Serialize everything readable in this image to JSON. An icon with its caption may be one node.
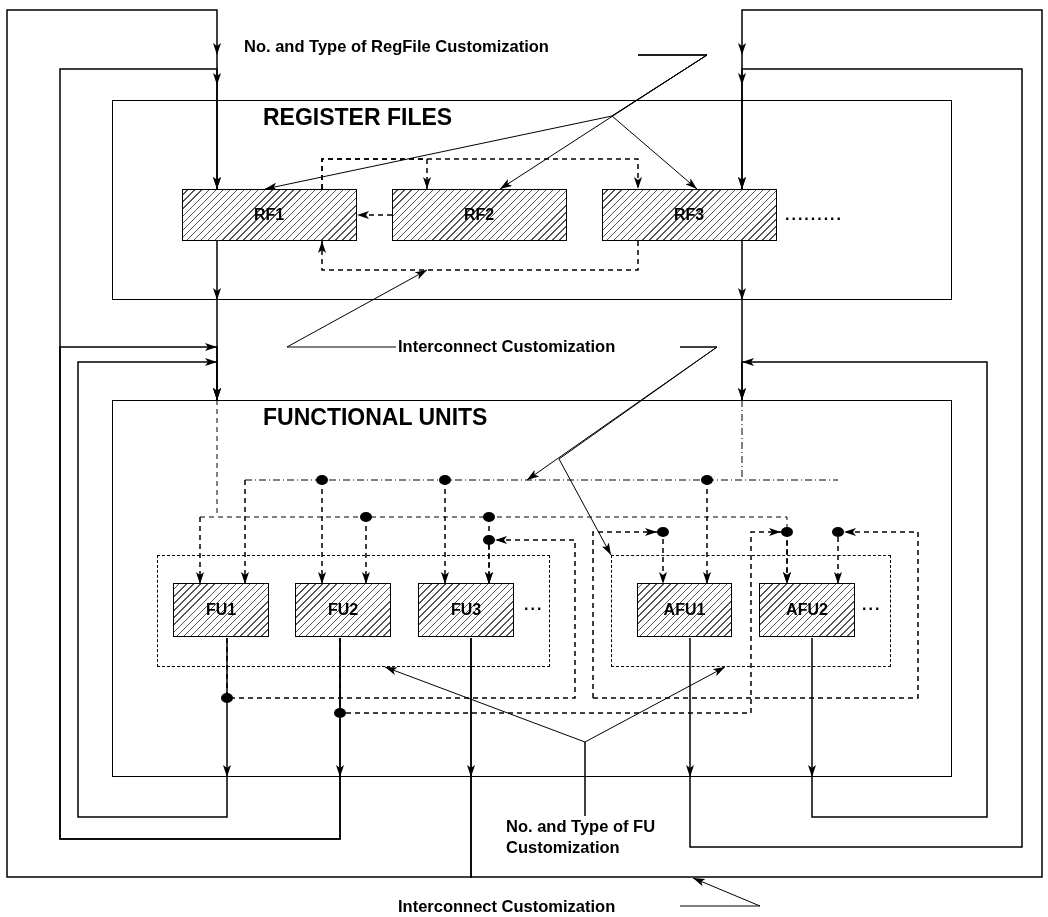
{
  "diagram": {
    "nodes": [
      {
        "text": [
          "REGISTER FILES"
        ]
      },
      {
        "text": [
          "RF1"
        ],
        "in": 0
      },
      {
        "text": [
          "RF2"
        ],
        "in": 0
      },
      {
        "text": [
          "RF3"
        ],
        "in": 0,
        "beside": [
          "........."
        ]
      },
      {
        "text": [
          "FUNCTIONAL UNITS"
        ]
      },
      {
        "text": [],
        "shape": "box",
        "in": 4
      },
      {
        "text": [
          "FU1"
        ],
        "in": 5
      },
      {
        "text": [
          "FU2"
        ],
        "in": 5
      },
      {
        "text": [
          "FU3"
        ],
        "in": 5,
        "beside": [
          "..."
        ]
      },
      {
        "text": [],
        "shape": "box",
        "in": 4
      },
      {
        "text": [
          "AFU1"
        ],
        "in": 9
      },
      {
        "text": [
          "AFU2"
        ],
        "in": 9,
        "beside": [
          "..."
        ]
      },
      {
        "text": [
          "No. and Type of RegFile Customization"
        ]
      },
      {
        "text": [
          "Interconnect Customization"
        ]
      },
      {
        "text": [
          "No. and Type of FU Customization"
        ]
      },
      {
        "text": [
          "Interconnect Customization"
        ]
      }
    ],
    "edges": [
      {
        "from": 12,
        "to": 1,
        "arrow": "to"
      },
      {
        "from": 12,
        "to": 2,
        "arrow": "to"
      },
      {
        "from": 12,
        "to": 3,
        "arrow": "to"
      },
      {
        "from": 13,
        "to": null,
        "arrow": "to"
      },
      {
        "from": 13,
        "to": null,
        "arrow": "to"
      },
      {
        "from": 13,
        "to": 9,
        "arrow": "to"
      },
      {
        "from": 14,
        "to": 5,
        "arrow": "to"
      },
      {
        "from": 14,
        "to": 9,
        "arrow": "to"
      },
      {
        "from": 15,
        "to": null,
        "arrow": "to"
      },
      {
        "from": 1,
        "to": 4,
        "arrow": "to"
      },
      {
        "from": 3,
        "to": 4,
        "arrow": "to"
      },
      {
        "from": 8,
        "to": 1,
        "arrow": "to"
      },
      {
        "from": 8,
        "to": 3,
        "arrow": "to"
      },
      {
        "from": 7,
        "to": 1,
        "arrow": "to"
      },
      {
        "from": 7,
        "to": 4,
        "arrow": "to"
      },
      {
        "from": 10,
        "to": 3,
        "arrow": "to"
      },
      {
        "from": 6,
        "to": 4,
        "arrow": "to"
      },
      {
        "from": 11,
        "to": 4,
        "arrow": "to"
      },
      {
        "from": 1,
        "to": 3,
        "arrow": "to",
        "style": "dashed"
      },
      {
        "from": 1,
        "to": 2,
        "arrow": "to",
        "style": "dashed"
      },
      {
        "from": 3,
        "to": 1,
        "arrow": "to",
        "style": "dashed"
      },
      {
        "from": 2,
        "to": 1,
        "arrow": "to",
        "style": "dashed"
      },
      {
        "from": null,
        "to": 6,
        "arrow": "to",
        "style": "dashed"
      },
      {
        "from": null,
        "to": 6,
        "arrow": "to",
        "style": "dashed"
      },
      {
        "from": null,
        "to": 7,
        "arrow": "to",
        "style": "dashed"
      },
      {
        "from": null,
        "to": 7,
        "arrow": "to",
        "style": "dashed"
      },
      {
        "from": null,
        "to": 8,
        "arrow": "to",
        "style": "dashed"
      },
      {
        "from": null,
        "to": 8,
        "arrow": "to",
        "style": "dashed"
      },
      {
        "from": null,
        "to": 10,
        "arrow": "to",
        "style": "dashed"
      },
      {
        "from": null,
        "to": 10,
        "arrow": "to",
        "style": "dashed"
      },
      {
        "from": null,
        "to": 11,
        "arrow": "to",
        "style": "dashed"
      },
      {
        "from": null,
        "to": 11,
        "arrow": "to",
        "style": "dashed"
      },
      {
        "from": 6,
        "to": 8,
        "arrow": "to",
        "style": "dashed"
      },
      {
        "from": 7,
        "to": 11,
        "arrow": "to",
        "style": "dashed"
      }
    ]
  }
}
